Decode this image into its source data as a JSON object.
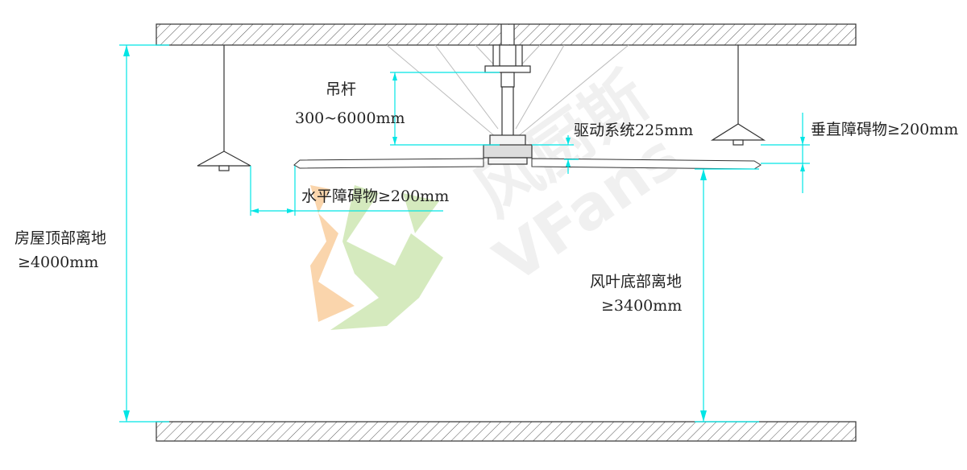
{
  "labels": {
    "rod_title": "吊杆",
    "rod_range": "300~6000mm",
    "drive_system": "驱动系统225mm",
    "vertical_obstacle": "垂直障碍物≥200mm",
    "horizontal_obstacle": "水平障碍物≥200mm",
    "roof_to_floor_title": "房屋顶部离地",
    "roof_to_floor_value": "≥4000mm",
    "blade_to_floor_title": "风叶底部离地",
    "blade_to_floor_value": "≥3400mm"
  },
  "watermark": {
    "text_line1": "风厨斯",
    "text_line2": "VFans"
  },
  "colors": {
    "dimension": "#00e5e5",
    "line": "#333333",
    "hatch": "#555555",
    "logo_orange": "#f6b46a",
    "logo_green": "#b3d98a",
    "watermark_gray": "#e6e6e6"
  }
}
